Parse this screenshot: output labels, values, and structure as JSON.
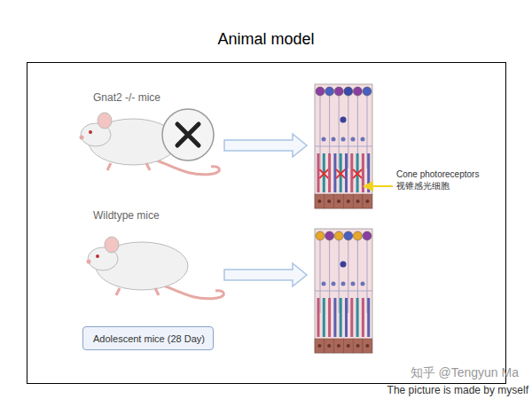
{
  "diagram": {
    "title": "Animal model",
    "nodes": [
      {
        "text": [
          "Adolescent mice (28 Day)"
        ]
      }
    ],
    "labels": [
      "Gnat2 -/- mice",
      "Wildtype mice",
      "Cone photoreceptors",
      "视锥感光细胞",
      "知乎 @Tengyun Ma",
      "The picture is made by myself"
    ]
  }
}
